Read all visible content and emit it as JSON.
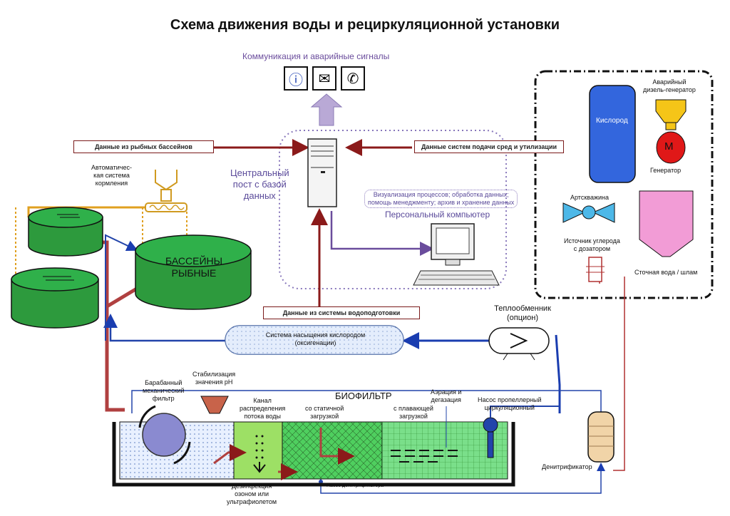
{
  "title": "Схема движения воды и  рециркуляционной установки",
  "comm": {
    "title": "Коммуникация и аварийные сигналы",
    "icons": [
      "info-icon",
      "mail-icon",
      "phone-icon"
    ]
  },
  "boxes": {
    "fish_data": "Данные из рыбных бассейнов",
    "supply_data": "Данные систем подачи сред и утилизации",
    "water_data": "Данные из системы водоподготовки"
  },
  "central": {
    "line1": "Центральный",
    "line2": "пост с базой",
    "line3": "данных"
  },
  "pc": {
    "desc1": "Визуализация процессов; обработка данных;",
    "desc2": "помощь менеджменту; архив и хранение данных",
    "name": "Персональный компьютер"
  },
  "feeder": {
    "line1": "Автоматичес-",
    "line2": "кая система",
    "line3": "кормления"
  },
  "pools": {
    "line1": "БАССЕЙНЫ",
    "line2": "РЫБНЫЕ"
  },
  "supply": {
    "oxygen": "Кислород",
    "generator_title1": "Аварийный",
    "generator_title2": "дизель-генератор",
    "generator_letter": "М",
    "generator": "Генератор",
    "well": "Артскважина",
    "carbon1": "Источник углерода",
    "carbon2": "с дозатором",
    "waste": "Сточная вода / шлам"
  },
  "oxy": {
    "line1": "Система насыщения кислородом",
    "line2": "(оксигенации)"
  },
  "heat": {
    "line1": "Теплообменник",
    "line2": "(опцион)"
  },
  "treatment": {
    "drum1": "Барабанный",
    "drum2": "механический",
    "drum3": "фильтр",
    "ph1": "Стабилизация",
    "ph2": "значения pH",
    "canal1": "Канал",
    "canal2": "распределения",
    "canal3": "потока воды",
    "biofilter": "БИОФИЛЬТР",
    "static1": "со статичной",
    "static2": "загрузкой",
    "floating1": "с плавающей",
    "floating2": "загрузкой",
    "aeration1": "Аэрация и",
    "aeration2": "дегазация",
    "pump1": "Насос пропеллерный",
    "pump2": "циркуляционный",
    "disinf1": "Дезинфекция",
    "disinf2": "озоном или",
    "disinf3": "ультрафиолетом",
    "denit_pump": "Насос денитрификатора",
    "denit": "Денитрификатор"
  }
}
